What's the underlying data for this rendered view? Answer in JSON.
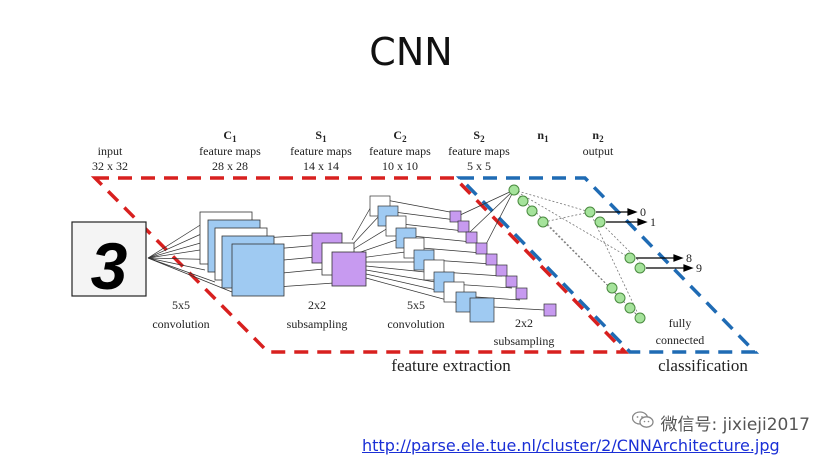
{
  "title": "CNN",
  "diagram": {
    "layers": [
      {
        "name": "input",
        "sub": "",
        "l2": "",
        "l3": "32 x 32"
      },
      {
        "name": "C",
        "sub": "1",
        "l2": "feature maps",
        "l3": "28 x 28"
      },
      {
        "name": "S",
        "sub": "1",
        "l2": "feature maps",
        "l3": "14 x 14"
      },
      {
        "name": "C",
        "sub": "2",
        "l2": "feature maps",
        "l3": "10 x 10"
      },
      {
        "name": "S",
        "sub": "2",
        "l2": "feature maps",
        "l3": "5 x 5"
      },
      {
        "name": "n",
        "sub": "1",
        "l2": "",
        "l3": ""
      },
      {
        "name": "n",
        "sub": "2",
        "l2": "output",
        "l3": ""
      }
    ],
    "input_digit": "3",
    "ops": {
      "conv1_a": "5x5",
      "conv1_b": "convolution",
      "sub1_a": "2x2",
      "sub1_b": "subsampling",
      "conv2_a": "5x5",
      "conv2_b": "convolution",
      "sub2_a": "2x2",
      "sub2_b": "subsampling",
      "fc_a": "fully",
      "fc_b": "connected"
    },
    "outputs": {
      "o0": "0",
      "o1": "1",
      "o8": "8",
      "o9": "9"
    },
    "regions": {
      "feature": "feature extraction",
      "classification": "classification"
    },
    "colors": {
      "feature_box": "#d8201f",
      "class_box": "#1f6bb4",
      "map_blue": "#9fcaf2",
      "map_purple": "#c79af0",
      "neuron": "#a5e39b"
    }
  },
  "watermark": {
    "icon": "wechat-icon",
    "text": "微信号: jixieji2017"
  },
  "source_link": "http://parse.ele.tue.nl/cluster/2/CNNArchitecture.jpg"
}
